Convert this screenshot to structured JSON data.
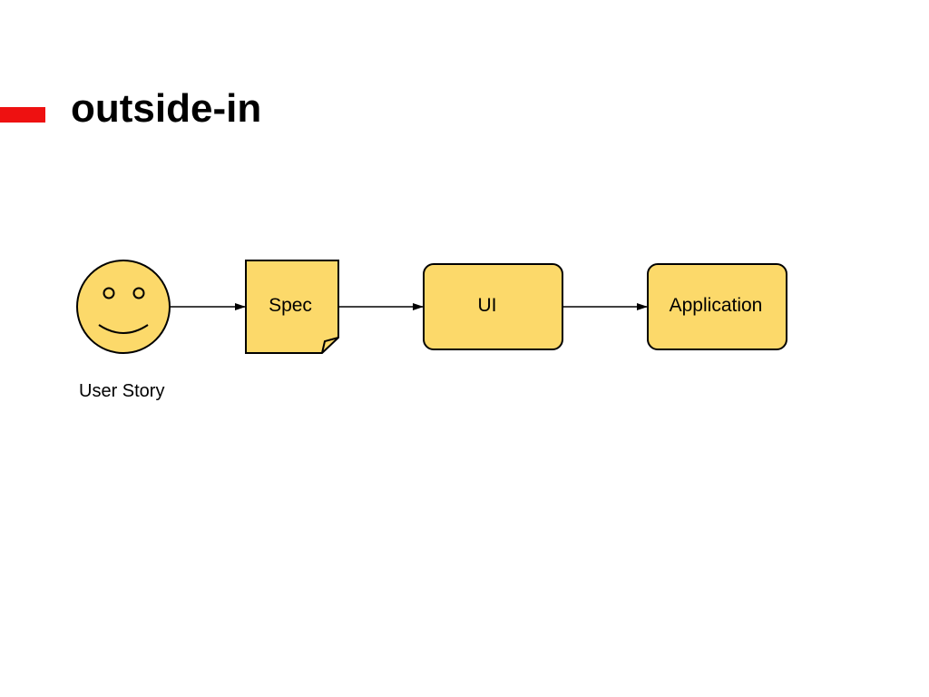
{
  "title": "outside-in",
  "colors": {
    "accent": "#ee1111",
    "node_fill": "#fcd96a",
    "stroke": "#000000"
  },
  "diagram": {
    "nodes": [
      {
        "id": "user-story",
        "shape": "smiley",
        "label": "User Story"
      },
      {
        "id": "spec",
        "shape": "note",
        "label": "Spec"
      },
      {
        "id": "ui",
        "shape": "rounded-rect",
        "label": "UI"
      },
      {
        "id": "application",
        "shape": "rounded-rect",
        "label": "Application"
      }
    ],
    "edges": [
      {
        "from": "user-story",
        "to": "spec"
      },
      {
        "from": "spec",
        "to": "ui"
      },
      {
        "from": "ui",
        "to": "application"
      }
    ]
  }
}
